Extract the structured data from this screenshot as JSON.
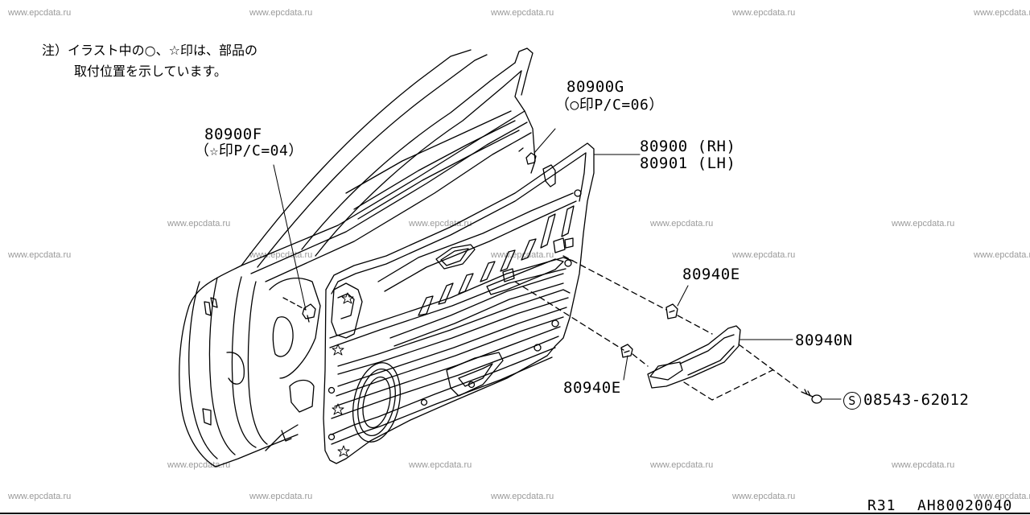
{
  "note": {
    "line1": "注）イラスト中の○、☆印は、部品の",
    "line2": "取付位置を示しています。"
  },
  "parts": {
    "p80900g": {
      "num": "80900G",
      "pc": "（○印P/C=06）"
    },
    "p80900f": {
      "num": "80900F",
      "pc": "（☆印P/C=04）"
    },
    "p80900rh": "80900 (RH)",
    "p80901lh": "80901 (LH)",
    "p80940e_top": "80940E",
    "p80940e_bottom": "80940E",
    "p80940n": "80940N",
    "screw_symbol": "S",
    "screw_num": "08543-62012"
  },
  "footer": {
    "model": "R31",
    "code": "AH80020040"
  },
  "watermark": "www.epcdata.ru"
}
